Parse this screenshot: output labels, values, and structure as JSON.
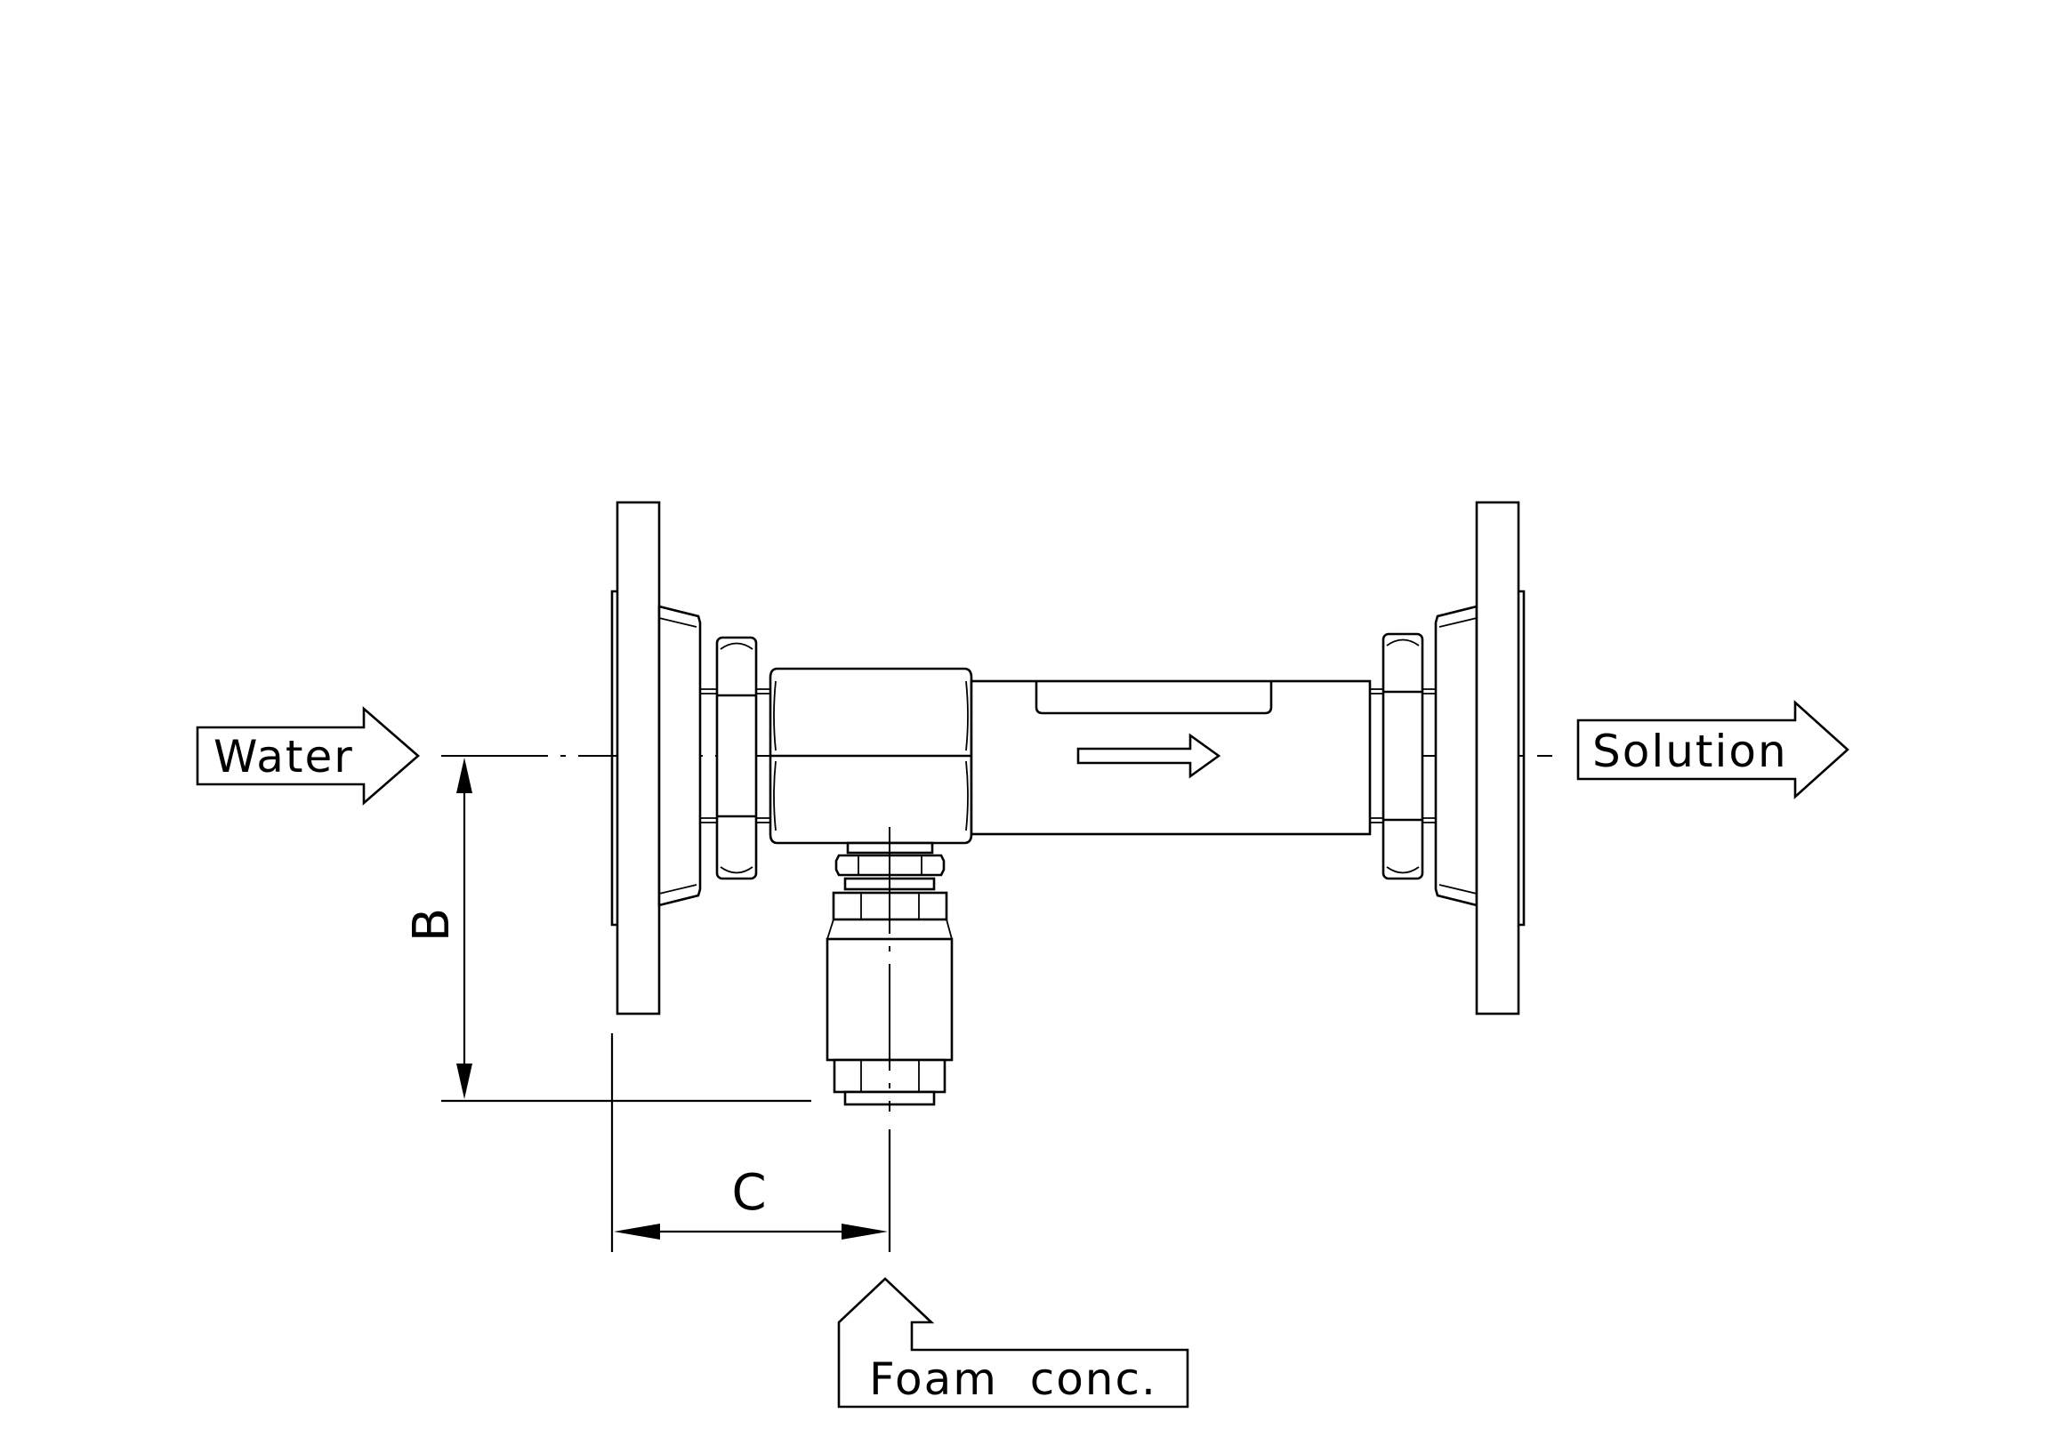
{
  "labels": {
    "inlet": "Water",
    "outlet": "Solution",
    "foam": "Foam  conc."
  },
  "dimensions": {
    "vertical": "B",
    "horizontal": "C"
  }
}
